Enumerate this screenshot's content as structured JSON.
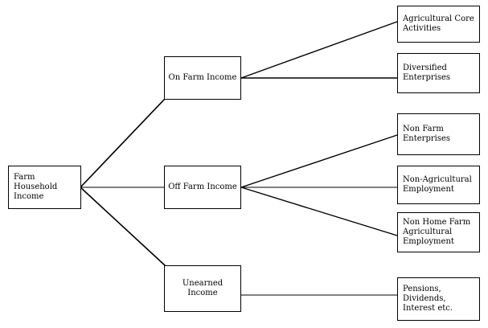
{
  "diagram": {
    "root": {
      "label": "Farm\nHousehold\nIncome"
    },
    "categories": [
      {
        "label": "On Farm Income",
        "children": [
          {
            "label": "Agricultural Core\nActivities"
          },
          {
            "label": "Diversified\nEnterprises"
          }
        ]
      },
      {
        "label": "Off Farm Income",
        "children": [
          {
            "label": "Non Farm\nEnterprises"
          },
          {
            "label": "Non-Agricultural\nEmployment"
          },
          {
            "label": "Non Home Farm\nAgricultural\nEmployment"
          }
        ]
      },
      {
        "label": "Unearned Income",
        "children": [
          {
            "label": "Pensions,\nDividends,\nInterest etc."
          }
        ]
      }
    ]
  }
}
